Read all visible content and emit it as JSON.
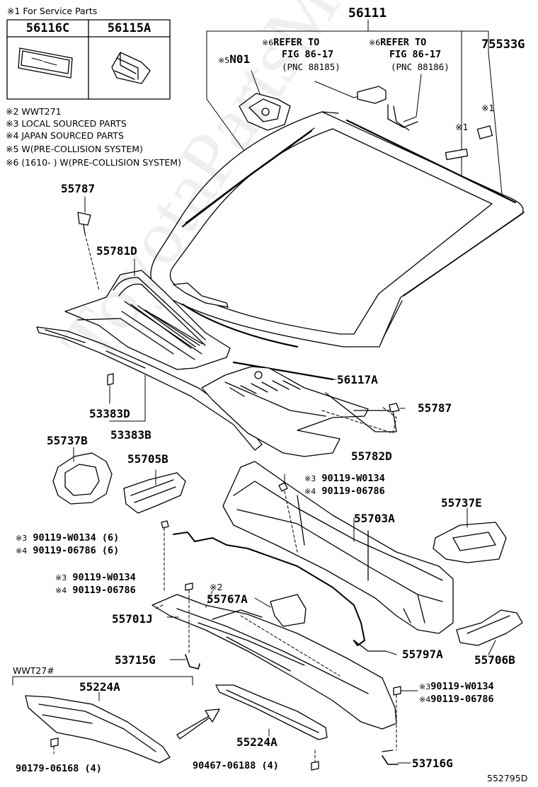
{
  "service_box": {
    "title": "※1 For Service Parts",
    "cols": [
      "56116C",
      "56115A"
    ]
  },
  "notes": [
    "※2 WWT271",
    "※3 LOCAL SOURCED PARTS",
    "※4 JAPAN SOURCED PARTS",
    "※5 W(PRE-COLLISION SYSTEM)",
    "※6 (1610-      ) W(PRE-COLLISION SYSTEM)"
  ],
  "top_refs": {
    "main": "56111",
    "n01_mark": "※5",
    "n01": "N01",
    "ref1_mark": "※6",
    "ref1_l1": "REFER TO",
    "ref1_l2": "FIG 86-17",
    "ref1_l3": "(PNC 88185)",
    "ref2_mark": "※6",
    "ref2_l1": "REFER TO",
    "ref2_l2": "FIG 86-17",
    "ref2_l3": "(PNC 88186)",
    "right": "75533G",
    "mark1a": "※1",
    "mark1b": "※1"
  },
  "parts": {
    "p55787a": "55787",
    "p55781D": "55781D",
    "p56117A": "56117A",
    "p55787b": "55787",
    "p53383D": "53383D",
    "p53383B": "53383B",
    "p55782D": "55782D",
    "p55737B": "55737B",
    "p55705B": "55705B",
    "p55703A": "55703A",
    "p55737E": "55737E",
    "p55767A": "55767A",
    "p55701J": "55701J",
    "p55797A": "55797A",
    "p55706B": "55706B",
    "p53715G": "53715G",
    "p55224Aa": "55224A",
    "p55224Ab": "55224A",
    "p53716G": "53716G",
    "wwt": "WWT27#",
    "bolt_a_mark": "※3",
    "bolt_a": "90119-W0134",
    "bolt_b_mark": "※4",
    "bolt_b": "90119-06786",
    "bolt_c_mark": "※3",
    "bolt_c": "90119-W0134 (6)",
    "bolt_d_mark": "※4",
    "bolt_d": "90119-06786 (6)",
    "bolt_e_mark": "※3",
    "bolt_e": "90119-W0134",
    "bolt_f_mark": "※4",
    "bolt_f": "90119-06786",
    "mark2": "※2",
    "bolt_g_mark": "※3",
    "bolt_g": "90119-W0134",
    "bolt_h_mark": "※4",
    "bolt_h": "90119-06786",
    "clip1": "90179-06168 (4)",
    "clip2": "90467-06188 (4)",
    "fig_no": "552795D"
  },
  "watermark": "ToyotaPartsMine.ru"
}
